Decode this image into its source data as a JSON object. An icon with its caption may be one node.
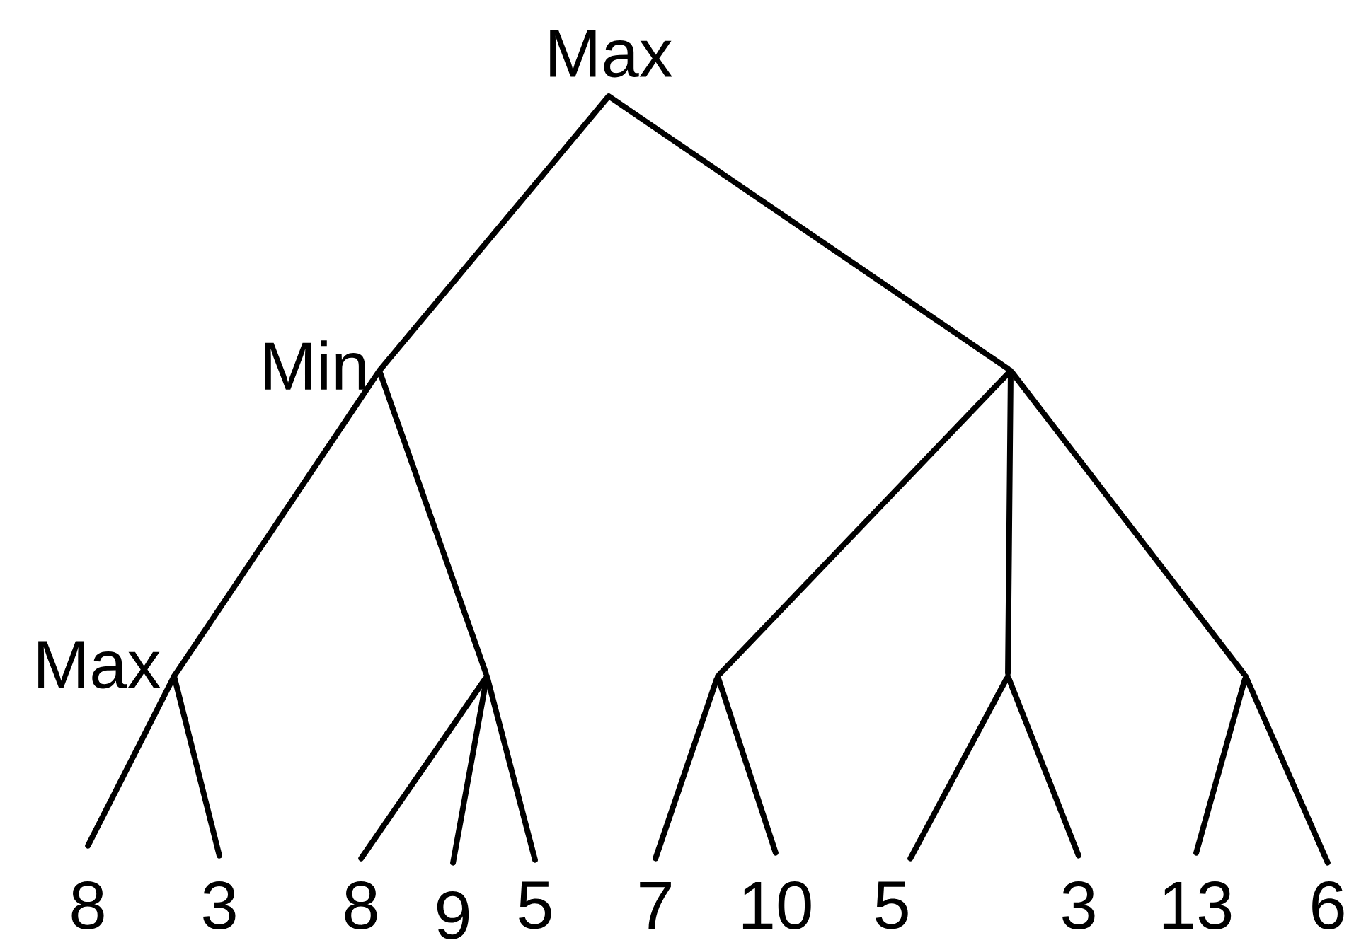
{
  "diagram": {
    "nodes": [
      {
        "text": [
          "Max"
        ]
      },
      {
        "text": [
          "Min"
        ]
      },
      {
        "text": [],
        "shape": "point"
      },
      {
        "text": [
          "Max"
        ]
      },
      {
        "text": [],
        "shape": "point"
      },
      {
        "text": [],
        "shape": "point"
      },
      {
        "text": [],
        "shape": "point"
      },
      {
        "text": [],
        "shape": "point"
      },
      {
        "text": [
          "8"
        ]
      },
      {
        "text": [
          "3"
        ]
      },
      {
        "text": [
          "8"
        ]
      },
      {
        "text": [
          "9"
        ]
      },
      {
        "text": [
          "5"
        ]
      },
      {
        "text": [
          "7"
        ]
      },
      {
        "text": [
          "10"
        ]
      },
      {
        "text": [
          "5"
        ]
      },
      {
        "text": [
          "3"
        ]
      },
      {
        "text": [
          "13"
        ]
      },
      {
        "text": [
          "6"
        ]
      }
    ],
    "edges": [
      {
        "from": 0,
        "to": 1,
        "arrow": "none"
      },
      {
        "from": 0,
        "to": 2,
        "arrow": "none"
      },
      {
        "from": 1,
        "to": 3,
        "arrow": "none"
      },
      {
        "from": 1,
        "to": 4,
        "arrow": "none"
      },
      {
        "from": 2,
        "to": 5,
        "arrow": "none"
      },
      {
        "from": 2,
        "to": 6,
        "arrow": "none"
      },
      {
        "from": 2,
        "to": 7,
        "arrow": "none"
      },
      {
        "from": 3,
        "to": 8,
        "arrow": "none"
      },
      {
        "from": 3,
        "to": 9,
        "arrow": "none"
      },
      {
        "from": 4,
        "to": 10,
        "arrow": "none"
      },
      {
        "from": 4,
        "to": 11,
        "arrow": "none"
      },
      {
        "from": 4,
        "to": 12,
        "arrow": "none"
      },
      {
        "from": 5,
        "to": 13,
        "arrow": "none"
      },
      {
        "from": 5,
        "to": 14,
        "arrow": "none"
      },
      {
        "from": 6,
        "to": 15,
        "arrow": "none"
      },
      {
        "from": 6,
        "to": 16,
        "arrow": "none"
      },
      {
        "from": 7,
        "to": 17,
        "arrow": "none"
      },
      {
        "from": 7,
        "to": 18,
        "arrow": "none"
      }
    ]
  }
}
